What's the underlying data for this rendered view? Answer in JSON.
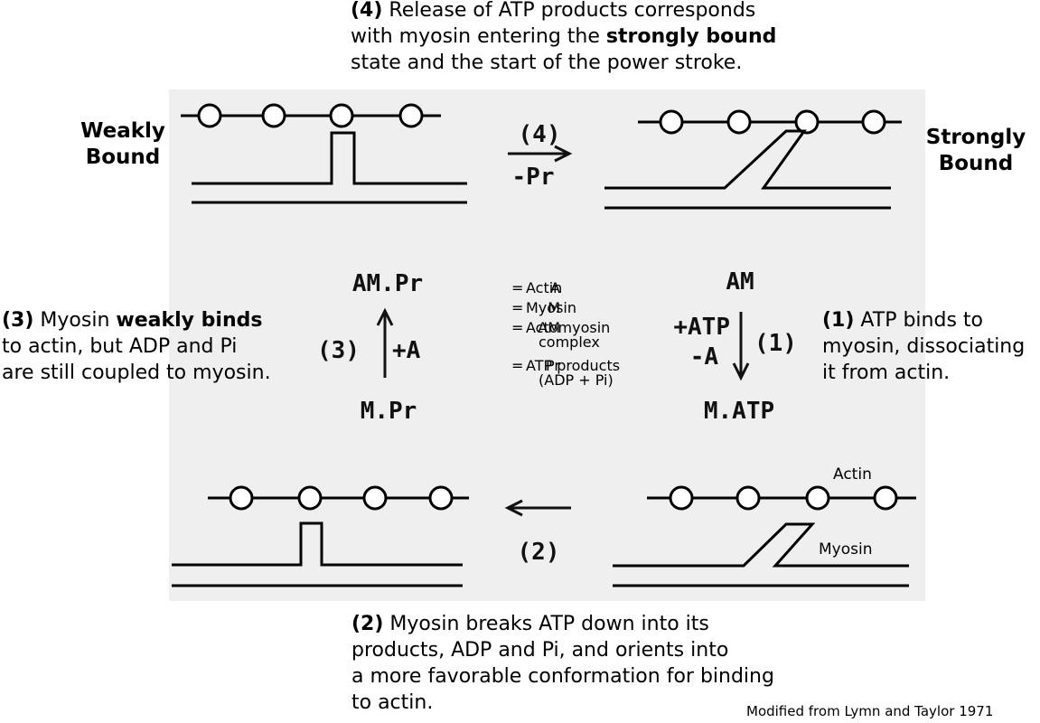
{
  "captions": {
    "step4": {
      "num": "(4)",
      "text1": "Release of ATP products corresponds",
      "text2a": "with myosin entering the ",
      "text2b": "strongly bound",
      "text3": "state and the start of the power stroke."
    },
    "step3": {
      "num": "(3)",
      "text1a": "Myosin ",
      "text1b": "weakly binds",
      "text2": "to actin, but ADP and Pi",
      "text3": "are still coupled to myosin."
    },
    "step1": {
      "num": "(1)",
      "text1": "ATP binds to",
      "text2": "myosin, dissociating",
      "text3": "it from actin."
    },
    "step2": {
      "num": "(2)",
      "text1": "Myosin breaks ATP down into its",
      "text2": "products, ADP and Pi, and orients into",
      "text3": "a more favorable conformation for binding",
      "text4": "to actin."
    }
  },
  "state_labels": {
    "weak": [
      "Weakly",
      "Bound"
    ],
    "strong": [
      "Strongly",
      "Bound"
    ]
  },
  "scheme": {
    "top_arrow_num": "(4)",
    "top_arrow_sub": "-Pr",
    "am_pr": "AM.Pr",
    "m_pr": "M.Pr",
    "am": "AM",
    "m_atp": "M.ATP",
    "left_num": "(3)",
    "left_sub": "+A",
    "right_num": "(1)",
    "right_sub1": "+ATP",
    "right_sub2": "-A",
    "bottom_num": "(2)"
  },
  "legend": [
    {
      "key": "A",
      "value": "Actin",
      "sub": ""
    },
    {
      "key": "M",
      "value": "Myosin",
      "sub": ""
    },
    {
      "key": "AM",
      "value": "Actomyosin",
      "sub": "complex"
    },
    {
      "key": "Pr",
      "value": "ATP products",
      "sub": "(ADP + Pi)"
    }
  ],
  "labels": {
    "actin": "Actin",
    "myosin": "Myosin"
  },
  "citation": "Modified from Lymn and Taylor 1971"
}
